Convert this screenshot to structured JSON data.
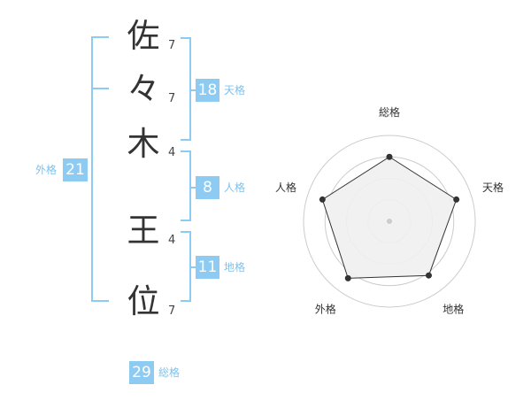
{
  "name": {
    "characters": [
      {
        "char": "佐",
        "strokes": "7"
      },
      {
        "char": "々",
        "strokes": "7"
      },
      {
        "char": "木",
        "strokes": "4"
      },
      {
        "char": "王",
        "strokes": "4"
      },
      {
        "char": "位",
        "strokes": "7"
      }
    ]
  },
  "fortunes": {
    "tenkaku": {
      "value": "18",
      "label": "天格"
    },
    "jinkaku": {
      "value": "8",
      "label": "人格"
    },
    "chikaku": {
      "value": "11",
      "label": "地格"
    },
    "gaikaku": {
      "value": "21",
      "label": "外格"
    },
    "soukaku": {
      "value": "29",
      "label": "総格"
    }
  },
  "chart_data": {
    "type": "radar",
    "axes": [
      "総格",
      "天格",
      "地格",
      "外格",
      "人格"
    ],
    "values": [
      0.75,
      0.82,
      0.78,
      0.82,
      0.82
    ],
    "rings": 4,
    "range": [
      0,
      1
    ],
    "colors": {
      "fill": "#f0f0f0",
      "stroke": "#333333",
      "ring": "#cccccc",
      "point": "#333333",
      "center": "#cccccc"
    }
  },
  "theme": {
    "accent": "#8ecbf3",
    "label": "#7cc3ef"
  }
}
